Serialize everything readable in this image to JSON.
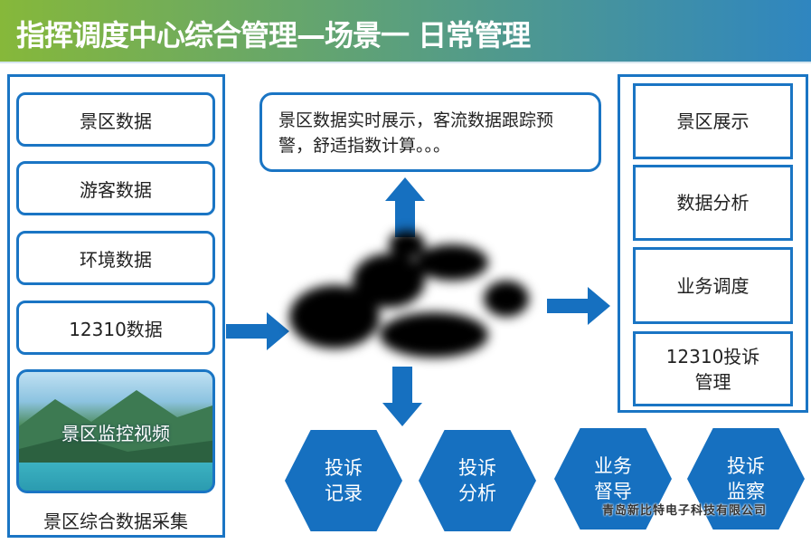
{
  "title": "指挥调度中心综合管理—场景一 日常管理",
  "left": {
    "items": [
      "景区数据",
      "游客数据",
      "环境数据",
      "12310数据"
    ],
    "image_label": "景区监控视频",
    "caption": "景区综合数据采集"
  },
  "callout": "景区数据实时展示，客流数据跟踪预警，舒适指数计算。。。",
  "right": {
    "items": [
      "景区展示",
      "数据分析",
      "业务调度",
      "12310投诉\n管理"
    ]
  },
  "hexagons": [
    {
      "l1": "投诉",
      "l2": "记录"
    },
    {
      "l1": "投诉",
      "l2": "分析"
    },
    {
      "l1": "业务",
      "l2": "督导"
    },
    {
      "l1": "投诉",
      "l2": "监察"
    }
  ],
  "watermark": "青岛新比特电子科技有限公司",
  "colors": {
    "accent": "#1a75c4",
    "hex": "#1670c0"
  }
}
